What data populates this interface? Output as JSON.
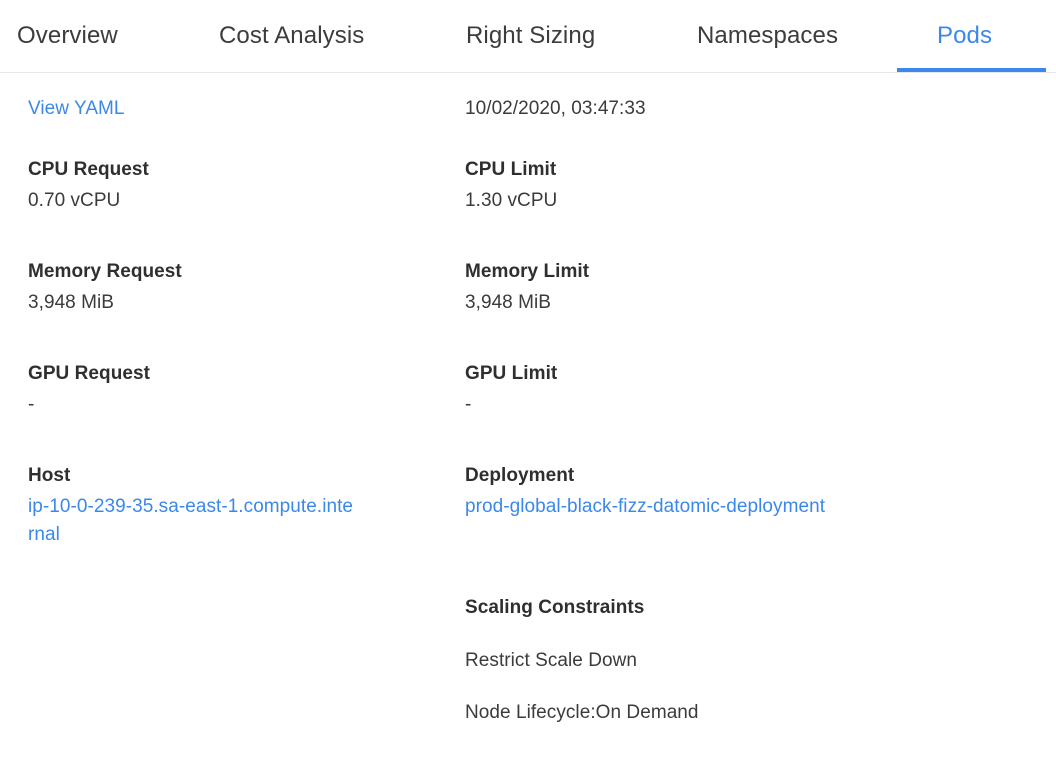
{
  "tabs": [
    {
      "label": "Overview",
      "active": false
    },
    {
      "label": "Cost Analysis",
      "active": false
    },
    {
      "label": "Right Sizing",
      "active": false
    },
    {
      "label": "Namespaces",
      "active": false
    },
    {
      "label": "Pods",
      "active": true
    }
  ],
  "colors": {
    "accent": "#3b88ec",
    "link": "#3b88ec",
    "label": "#2f2f2f",
    "value": "#3b3b3b",
    "tab_inactive": "#3c3c3c",
    "divider": "#e8e8e8",
    "background": "#ffffff"
  },
  "left_column": {
    "view_yaml_label": "View YAML",
    "cpu_request_label": "CPU Request",
    "cpu_request_value": "0.70 vCPU",
    "memory_request_label": "Memory Request",
    "memory_request_value": "3,948 MiB",
    "gpu_request_label": "GPU Request",
    "gpu_request_value": "-",
    "host_label": "Host",
    "host_value": "ip-10-0-239-35.sa-east-1.compute.internal"
  },
  "right_column": {
    "timestamp": "10/02/2020, 03:47:33",
    "cpu_limit_label": "CPU Limit",
    "cpu_limit_value": "1.30 vCPU",
    "memory_limit_label": "Memory Limit",
    "memory_limit_value": "3,948 MiB",
    "gpu_limit_label": "GPU Limit",
    "gpu_limit_value": "-",
    "deployment_label": "Deployment",
    "deployment_value": "prod-global-black-fizz-datomic-deployment",
    "scaling_constraints_label": "Scaling Constraints",
    "scaling_constraint_1": "Restrict Scale Down",
    "scaling_constraint_2": "Node Lifecycle:On Demand"
  }
}
